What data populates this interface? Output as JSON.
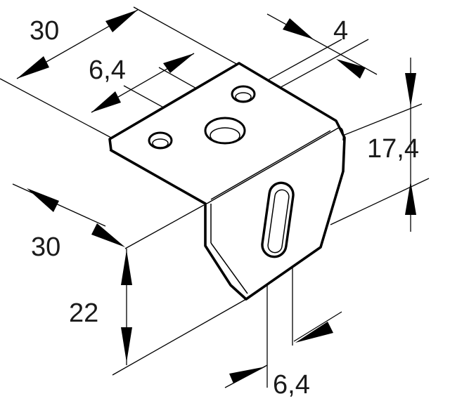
{
  "dimensions": {
    "top_width": "30",
    "hole_pitch": "6,4",
    "slot_width_top": "4",
    "height_upper": "17,4",
    "depth": "30",
    "height_lower": "22",
    "slot_width_bottom": "6,4"
  }
}
